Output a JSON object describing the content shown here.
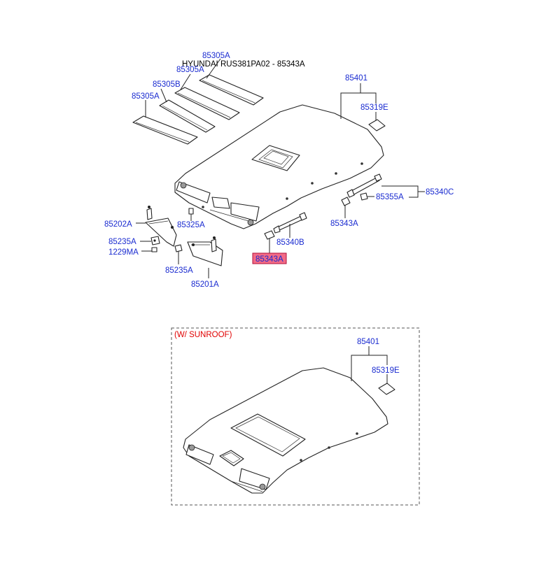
{
  "header": {
    "title": "HYUNDAI RUS381PA02 - 85343A"
  },
  "callouts": {
    "c85305A_top": "85305A",
    "c85305A_mid": "85305A",
    "c85305B": "85305B",
    "c85305A_left": "85305A",
    "c85401": "85401",
    "c85319E": "85319E",
    "c85340C": "85340C",
    "c85355A": "85355A",
    "c85343A_right": "85343A",
    "c85202A": "85202A",
    "c85325A": "85325A",
    "c85235A_left": "85235A",
    "c1229MA": "1229MA",
    "c85340B": "85340B",
    "c85343A_selected": "85343A",
    "c85235A_bottom": "85235A",
    "c85201A": "85201A"
  },
  "sunroof_variant": {
    "label": "(W/ SUNROOF)",
    "c85401": "85401",
    "c85319E": "85319E"
  },
  "colors": {
    "callout_text": "#1a2bd0",
    "variant_label": "#e00000",
    "highlight_fill": "#f26a86"
  }
}
